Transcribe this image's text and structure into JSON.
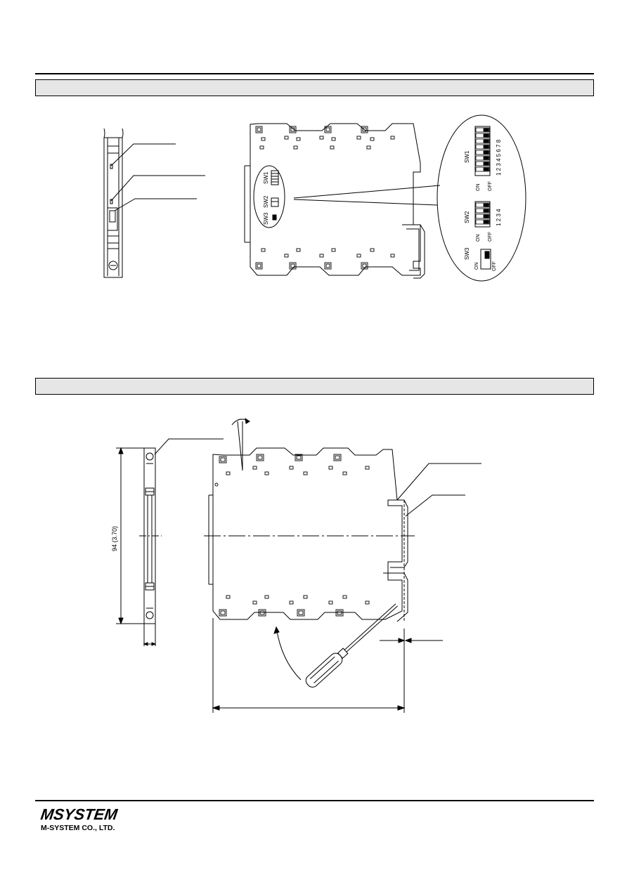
{
  "diagram_labels": {
    "sw1": "SW1",
    "sw2": "SW2",
    "sw3": "SW3",
    "on": "ON",
    "off": "OFF",
    "sw1_numbers": "1 2 3 4 5 6 7 8",
    "sw2_numbers": "1 2 3 4",
    "height_dimension": "94 (3.70)"
  },
  "footer": {
    "logo_mark": "MSYSTEM",
    "company": "M-SYSTEM CO., LTD."
  }
}
